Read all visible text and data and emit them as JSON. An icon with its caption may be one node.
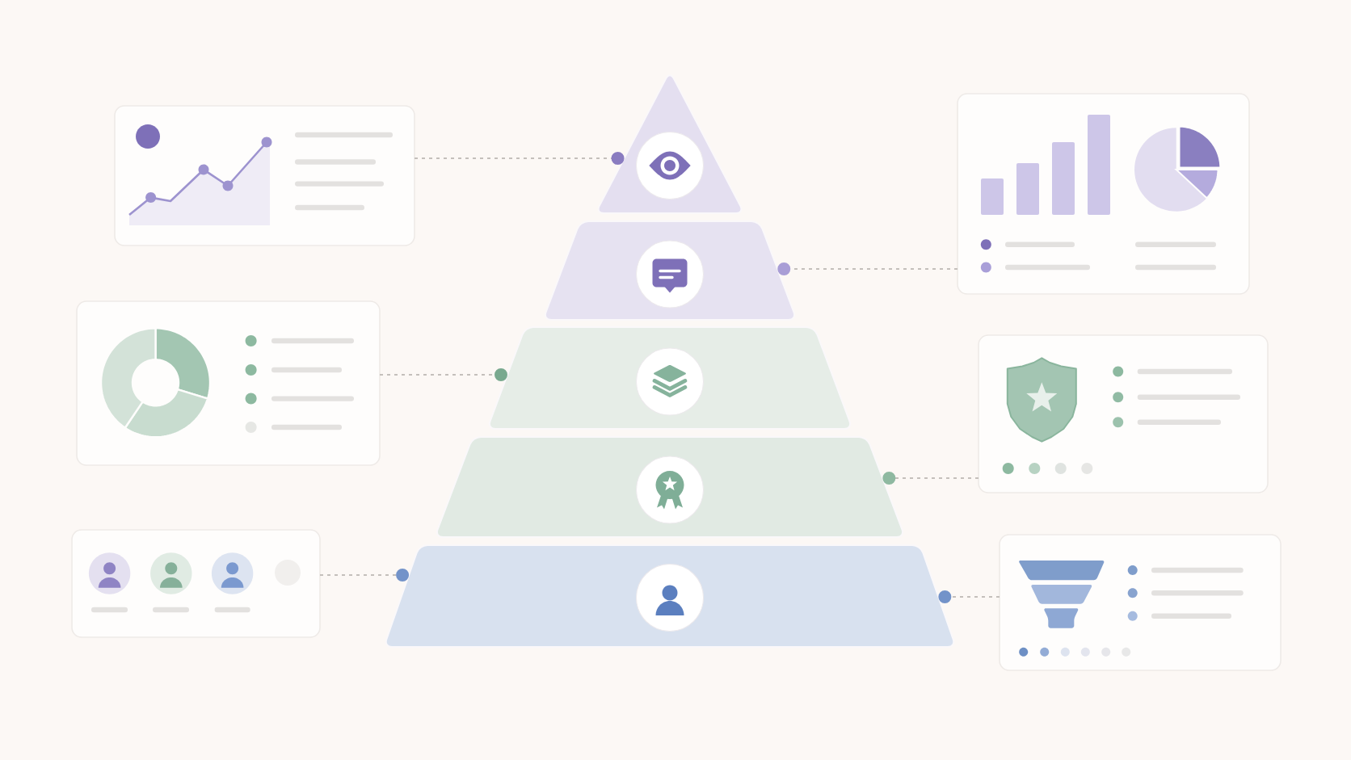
{
  "diagram": {
    "nodes": [
      {
        "text": [],
        "shape": "triangle"
      },
      {
        "text": [],
        "shape": "trapezoid"
      },
      {
        "text": [],
        "shape": "trapezoid"
      },
      {
        "text": [],
        "shape": "trapezoid"
      },
      {
        "text": [],
        "shape": "trapezoid"
      },
      {
        "text": [],
        "shape": "box"
      },
      {
        "text": [],
        "shape": "box"
      },
      {
        "text": [],
        "shape": "box"
      },
      {
        "text": [],
        "shape": "box"
      },
      {
        "text": [],
        "shape": "box"
      },
      {
        "text": [],
        "shape": "box"
      }
    ],
    "edges": [
      {
        "from": 5,
        "to": 0,
        "arrow": "other",
        "style": "dashed"
      },
      {
        "from": 8,
        "to": 1,
        "arrow": "other",
        "style": "dashed"
      },
      {
        "from": 6,
        "to": 2,
        "arrow": "other",
        "style": "dashed"
      },
      {
        "from": 9,
        "to": 3,
        "arrow": "other",
        "style": "dashed"
      },
      {
        "from": 7,
        "to": 4,
        "arrow": "other",
        "style": "dashed"
      },
      {
        "from": 10,
        "to": 4,
        "arrow": "other",
        "style": "dashed"
      }
    ]
  }
}
